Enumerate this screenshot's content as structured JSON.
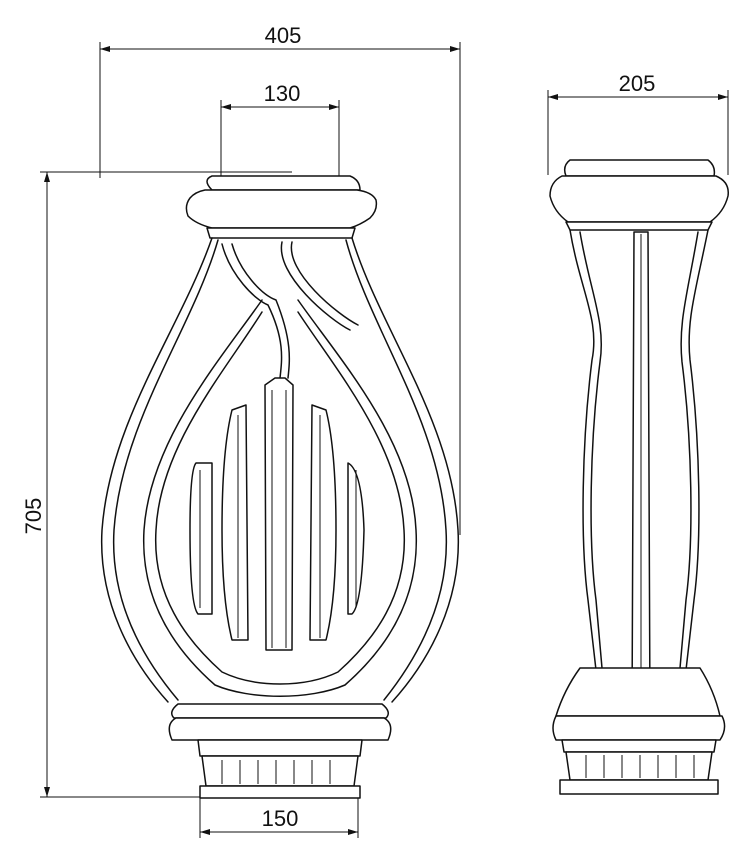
{
  "dimensions": {
    "total_width": "405",
    "top_width": "130",
    "side_width": "205",
    "height": "705",
    "base_width": "150"
  },
  "views": [
    "front",
    "side"
  ]
}
